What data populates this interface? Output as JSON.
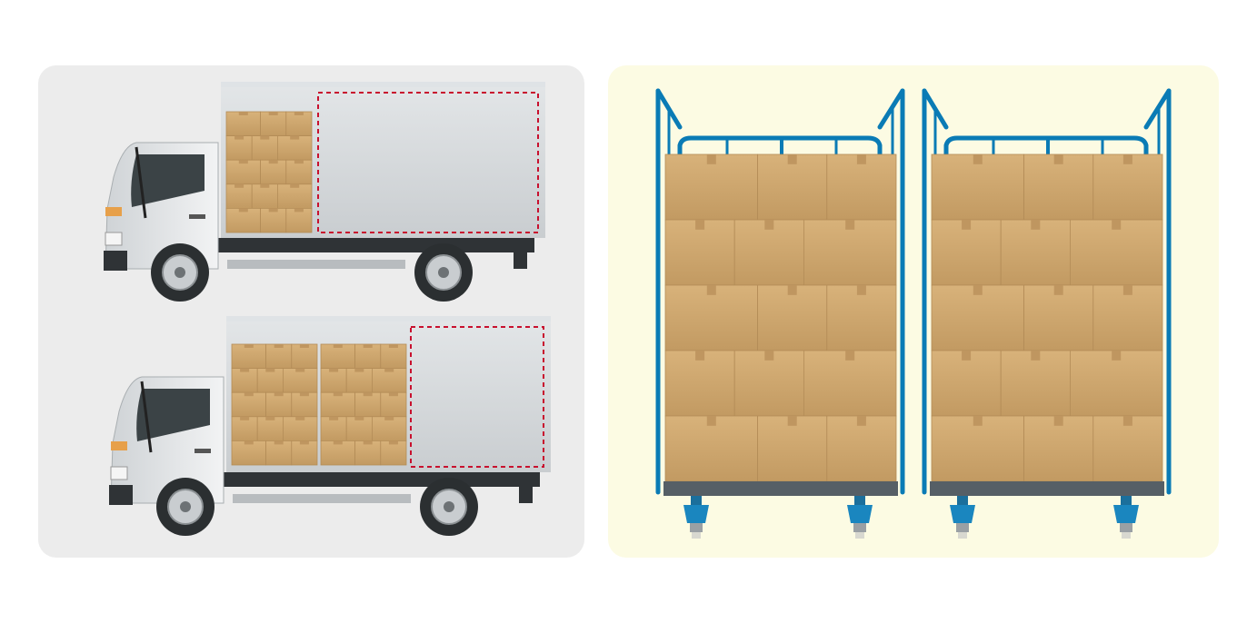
{
  "colors": {
    "left_panel_bg": "#ececec",
    "right_panel_bg": "#fcfbe3",
    "cargo_box": "#c9a26a",
    "cargo_box_light": "#d6b07a",
    "dashed_outline": "#c8102e",
    "cage_frame": "#0a7bb5",
    "truck_body": "#d8dcdf",
    "chassis": "#2f3336"
  },
  "trucks": [
    {
      "box_stacks": 1,
      "rows": 5,
      "cols": 3
    },
    {
      "box_stacks": 2,
      "rows": 5,
      "cols": 3
    }
  ],
  "roll_cages": [
    {
      "rows": 5
    },
    {
      "rows": 5
    }
  ]
}
